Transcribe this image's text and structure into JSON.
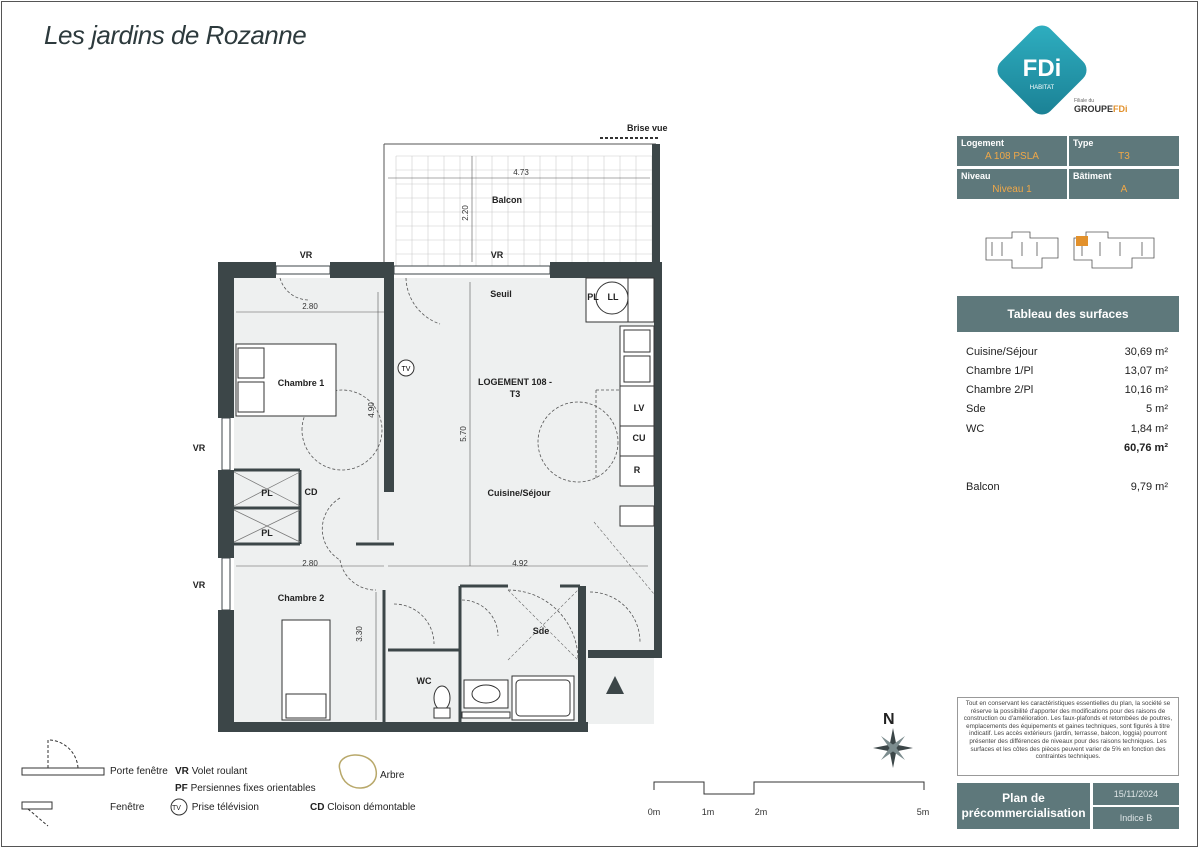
{
  "project_title": "Les jardins de Rozanne",
  "logo": {
    "text": "FDi",
    "sub": "HABITAT",
    "filiale": "Filiale du",
    "groupe_a": "GROUPE",
    "groupe_b": "FDi"
  },
  "info": {
    "logement_label": "Logement",
    "logement_value": "A 108 PSLA",
    "type_label": "Type",
    "type_value": "T3",
    "niveau_label": "Niveau",
    "niveau_value": "Niveau 1",
    "batiment_label": "Bâtiment",
    "batiment_value": "A"
  },
  "surfaces": {
    "heading": "Tableau des surfaces",
    "rows": [
      {
        "name": "Cuisine/Séjour",
        "value": "30,69 m²"
      },
      {
        "name": "Chambre 1/Pl",
        "value": "13,07 m²"
      },
      {
        "name": "Chambre 2/Pl",
        "value": "10,16 m²"
      },
      {
        "name": "Sde",
        "value": "5 m²"
      },
      {
        "name": "WC",
        "value": "1,84 m²"
      },
      {
        "name": "",
        "value": "60,76 m²"
      },
      {
        "name": "Balcon",
        "value": "9,79 m²"
      }
    ]
  },
  "note": "Tout en conservant les caractéristiques essentielles du plan, la société se réserve la possibilité d'apporter des modifications pour des raisons de construction ou d'amélioration. Les faux-plafonds et retombées de poutres, emplacements des équipements et gaines techniques, sont figurés à titre indicatif. Les accès extérieurs (jardin, terrasse, balcon, loggia) pourront présenter des différences de niveaux pour des raisons techniques. Les surfaces et les côtes des pièces peuvent varier de 5% en fonction des contraintes techniques.",
  "plan_box": {
    "line1": "Plan de",
    "line2": "précommercialisation",
    "date": "15/11/2024",
    "indice": "Indice B"
  },
  "plan": {
    "brise_vue": "Brise vue",
    "balcon": "Balcon",
    "seuil": "Seuil",
    "logement": "LOGEMENT 108 -",
    "logement2": "T3",
    "cuisine": "Cuisine/Séjour",
    "chambre1": "Chambre 1",
    "chambre2": "Chambre 2",
    "sde": "Sde",
    "wc": "WC",
    "pl": "PL",
    "cd": "CD",
    "ll": "LL",
    "lv": "LV",
    "cu": "CU",
    "r": "R",
    "tv": "TV",
    "vr": "VR",
    "dims": {
      "d473": "4.73",
      "d220": "2.20",
      "d280": "2.80",
      "d490": "4.90",
      "d570": "5.70",
      "d492": "4.92",
      "d330": "3.30"
    }
  },
  "legend": {
    "porte_fenetre": "Porte fenêtre",
    "fenetre": "Fenêtre",
    "vr_code": "VR",
    "vr_text": "Volet roulant",
    "pf_code": "PF",
    "pf_text": "Persiennes fixes orientables",
    "tv_code": "TV",
    "tv_text": "Prise télévision",
    "cd_code": "CD",
    "cd_text": "Cloison démontable",
    "arbre": "Arbre"
  },
  "scale": {
    "s0": "0m",
    "s1": "1m",
    "s2": "2m",
    "s5": "5m"
  },
  "compass": "N",
  "colors": {
    "accent": "#5e787b",
    "orange": "#f0a848",
    "wall": "#3c4648",
    "floor": "#eef0f0"
  }
}
